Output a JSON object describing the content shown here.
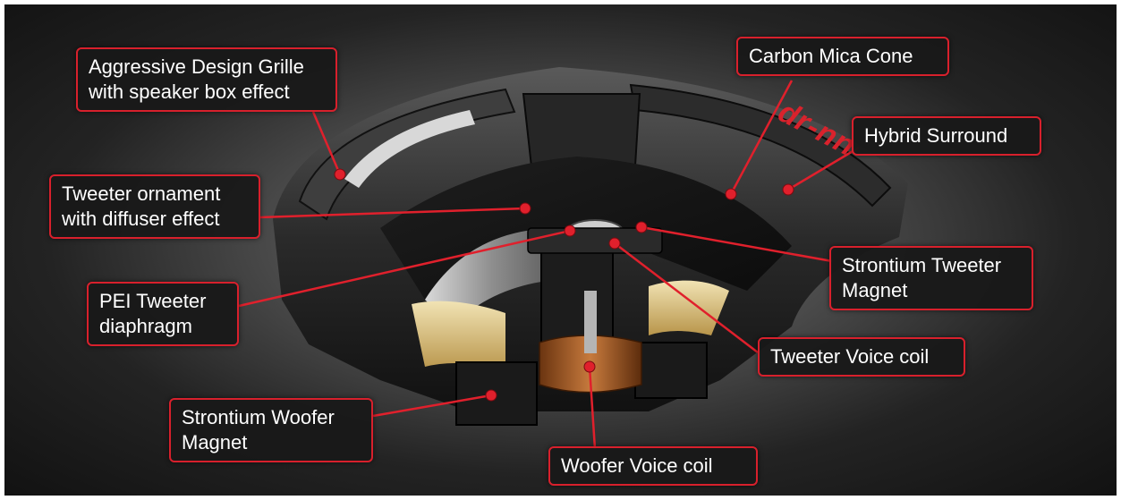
{
  "brand": {
    "logo_text": "dr-nn",
    "logo_color": "#d9222c"
  },
  "colors": {
    "accent": "#d8202c",
    "background_center": "#8a8a8a",
    "background_edge": "#121212",
    "label_bg": "#181818"
  },
  "labels": {
    "grille": {
      "line1": "Aggressive Design Grille",
      "line2": "with speaker box effect"
    },
    "carbon_cone": {
      "line1": "Carbon Mica Cone"
    },
    "hybrid_surround": {
      "line1": "Hybrid Surround"
    },
    "tweeter_ornament": {
      "line1": "Tweeter ornament",
      "line2": "with diffuser effect"
    },
    "strontium_tweeter": {
      "line1": "Strontium Tweeter",
      "line2": "Magnet"
    },
    "pei_diaphragm": {
      "line1": "PEI Tweeter",
      "line2": "diaphragm"
    },
    "tweeter_voice_coil": {
      "line1": "Tweeter Voice coil"
    },
    "strontium_woofer": {
      "line1": "Strontium Woofer",
      "line2": "Magnet"
    },
    "woofer_voice_coil": {
      "line1": "Woofer Voice coil"
    }
  }
}
